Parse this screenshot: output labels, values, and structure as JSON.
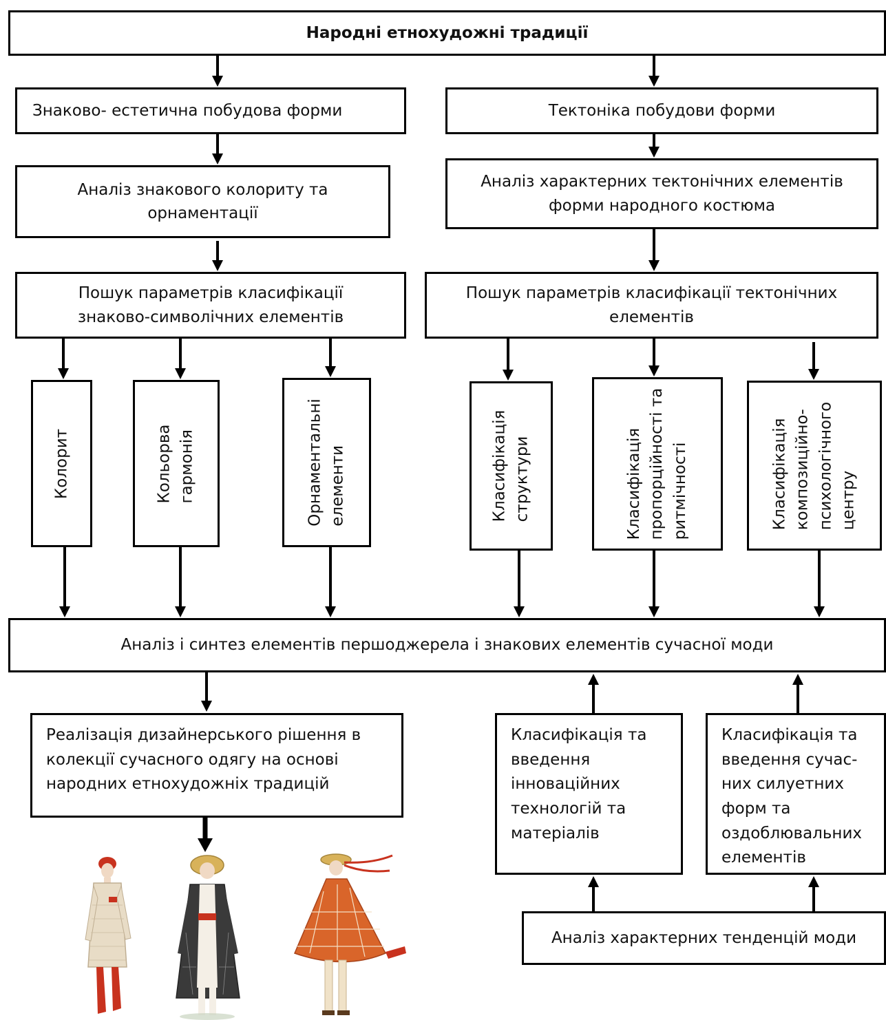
{
  "title": "Народні етнохудожні традиції",
  "left_branch": {
    "form": "Знаково- естетична побудова форми",
    "analysis": [
      "Аналіз знакового колориту та",
      "орнаментації"
    ],
    "search": [
      "Пошук параметрів класифікації",
      "знаково-символічних елементів"
    ],
    "items": [
      [
        "Колорит"
      ],
      [
        "Кольорва",
        "гармонія"
      ],
      [
        "Орнаментальні",
        "елементи"
      ]
    ]
  },
  "right_branch": {
    "form": "Тектоніка побудови форми",
    "analysis": [
      "Аналіз характерних тектонічних елементів",
      "форми народного костюма"
    ],
    "search": [
      "Пошук параметрів класифікації тектонічних",
      "елементів"
    ],
    "items": [
      [
        "Класифікація",
        "структури"
      ],
      [
        "Класифікація",
        "пропорційності та",
        "ритмічності"
      ],
      [
        "Класифікація",
        "композиційно-",
        "психологічного",
        "центру"
      ]
    ]
  },
  "synthesis": "Аналіз і синтез елементів першоджерела і знакових елементів сучасної моди",
  "realization": [
    "Реалізація дизайнерського рішення в",
    "колекції сучасного одягу на основі",
    "народних етнохудожніх традицій"
  ],
  "innovation": [
    "Класифікація та",
    "введення",
    "інноваційних",
    "технологій та",
    "матеріалів"
  ],
  "silhouette": [
    "Класифікація та",
    "введення  сучас-",
    "них силуетних",
    "форм та",
    "оздоблювальних",
    "елементів"
  ],
  "trends": "Аналіз характерних тенденцій моди",
  "figures": {
    "icon": "fashion-sketch-illustration",
    "colors": {
      "red": "#c8321e",
      "orange": "#d9652a",
      "dark_coat": "#3a3a3a",
      "beige": "#e8dcc6",
      "straw": "#d8b25a"
    }
  }
}
